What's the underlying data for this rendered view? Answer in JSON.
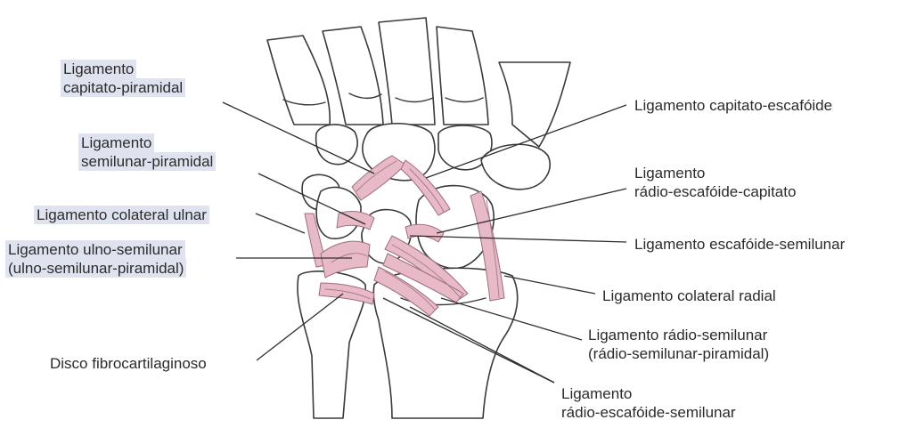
{
  "labels": {
    "capitato_piramidal": [
      "Ligamento",
      "capitato-piramidal"
    ],
    "semilunar_piramidal": [
      "Ligamento",
      "semilunar-piramidal"
    ],
    "colateral_ulnar": [
      "Ligamento colateral ulnar"
    ],
    "ulno_semilunar": [
      "Ligamento ulno-semilunar",
      "(ulno-semilunar-piramidal)"
    ],
    "disco": [
      "Disco fibrocartilaginoso"
    ],
    "capitato_escafoide": [
      "Ligamento capitato-escafóide"
    ],
    "radio_escafoide_capitato": [
      "Ligamento",
      "rádio-escafóide-capitato"
    ],
    "escafoide_semilunar": [
      "Ligamento escafóide-semilunar"
    ],
    "colateral_radial": [
      "Ligamento colateral radial"
    ],
    "radio_semilunar": [
      "Ligamento rádio-semilunar",
      "(rádio-semilunar-piramidal)"
    ],
    "radio_escafoide_semilunar": [
      "Ligamento",
      "rádio-escafóide-semilunar"
    ]
  },
  "colors": {
    "ligament": "#e8b9c6",
    "label_highlight": "#dfe3ef",
    "outline": "#3a3a3a"
  }
}
